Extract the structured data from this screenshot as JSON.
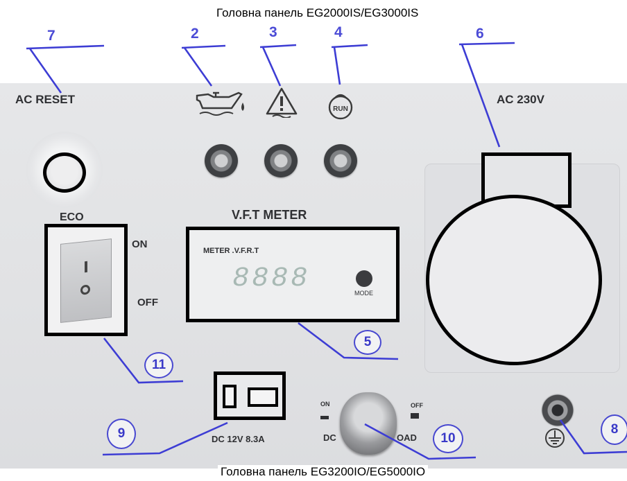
{
  "captions": {
    "top": "Головна панель EG2000IS/EG3000IS",
    "bottom": "Головна панель EG3200IO/EG5000IO"
  },
  "panel_labels": {
    "ac_reset": "AC RESET",
    "ac_voltage": "AC 230V",
    "eco": "ECO",
    "on": "ON",
    "off": "OFF",
    "vft_meter": "V.F.T METER",
    "meter_small": "METER .V.F.R.T",
    "display_digits": "8888",
    "mode": "MODE",
    "dc_rating": "DC 12V 8.3A",
    "dial_on": "ON",
    "dial_off": "OFF",
    "dial_dc": "DC",
    "dial_load": "OAD",
    "run": "RUN"
  },
  "callouts": {
    "n2": "2",
    "n3": "3",
    "n4": "4",
    "n5": "5",
    "n6": "6",
    "n7": "7",
    "n8": "8",
    "n9": "9",
    "n10": "10",
    "n11": "11"
  },
  "colors": {
    "callout_line": "#3d3dd4",
    "highlight": "#000000",
    "panel": "#e3e4e6",
    "lcd_digits": "#a8b9b4"
  },
  "icons": {
    "oil": "oil-warning-icon",
    "overload": "overload-warning-icon",
    "run": "run-indicator-icon",
    "ground": "ground-icon"
  }
}
